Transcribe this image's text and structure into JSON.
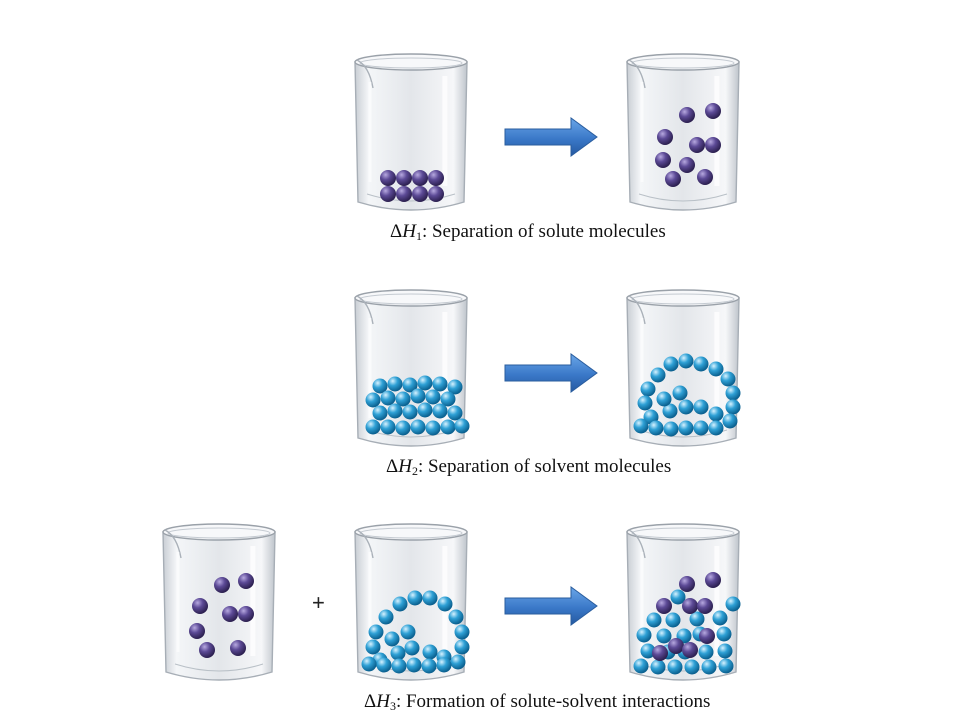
{
  "colors": {
    "solute": "#5c4a96",
    "solvent": "#2fa1d6",
    "arrow": "#3a78c8",
    "glass": "#e3e6ea"
  },
  "icons": {
    "beaker": "beaker-icon",
    "arrow": "arrow-right-icon",
    "solute_particle": "solute-sphere-icon",
    "solvent_particle": "solvent-sphere-icon"
  },
  "steps": [
    {
      "symbol": "Δ",
      "var": "H",
      "sub": "1",
      "text": ": Separation of solute molecules"
    },
    {
      "symbol": "Δ",
      "var": "H",
      "sub": "2",
      "text": ": Separation of solvent molecules"
    },
    {
      "symbol": "Δ",
      "var": "H",
      "sub": "3",
      "text": ": Formation of solute-solvent interactions"
    }
  ],
  "plus": "+"
}
